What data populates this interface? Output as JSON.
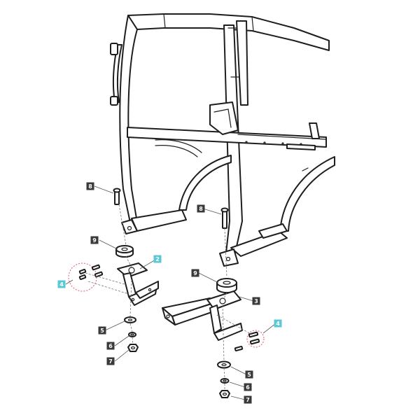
{
  "colors": {
    "callout_dark": "#3a3a3a",
    "callout_highlight": "#5bc8d4",
    "highlight_circle": "#e05a6a"
  },
  "callouts": [
    {
      "label": "8",
      "style": "dark"
    },
    {
      "label": "9",
      "style": "dark"
    },
    {
      "label": "2",
      "style": "highlight"
    },
    {
      "label": "4",
      "style": "highlight"
    },
    {
      "label": "5",
      "style": "dark"
    },
    {
      "label": "6",
      "style": "dark"
    },
    {
      "label": "7",
      "style": "dark"
    },
    {
      "label": "8",
      "style": "dark"
    },
    {
      "label": "9",
      "style": "dark"
    },
    {
      "label": "3",
      "style": "dark"
    },
    {
      "label": "4",
      "style": "highlight"
    },
    {
      "label": "5",
      "style": "dark"
    },
    {
      "label": "6",
      "style": "dark"
    },
    {
      "label": "7",
      "style": "dark"
    }
  ]
}
